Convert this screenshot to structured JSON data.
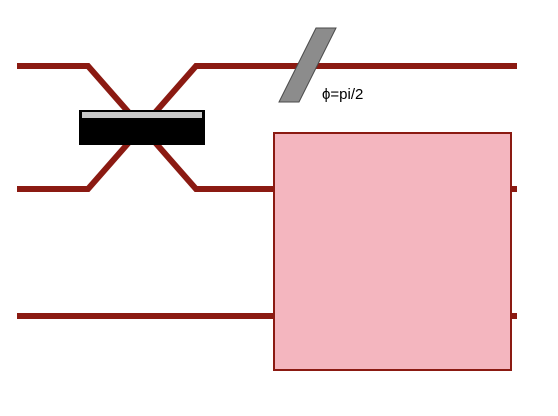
{
  "colors": {
    "background": "#ffffff",
    "beam": "#8b1a12",
    "beam_splitter_body": "#000000",
    "beam_splitter_top": "#c8c8c8",
    "phase_shifter": "#8c8c8c",
    "phase_shifter_edge": "#4a4a4a",
    "box_fill": "#f4b6bf",
    "box_stroke": "#8b1a12",
    "label_text": "#000000"
  },
  "phase_shifter": {
    "label": "ϕ=pi/2"
  },
  "components": {
    "beam_splitter": "beam-splitter",
    "phase_shifter": "phase-shifter",
    "unitary_box": "pink-box"
  }
}
